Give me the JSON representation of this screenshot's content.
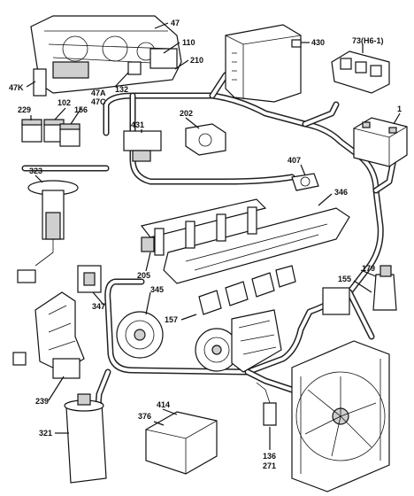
{
  "labels": {
    "47": "47",
    "110": "110",
    "210": "210",
    "430": "430",
    "73": "73(H6-1)",
    "47K": "47K",
    "132": "132",
    "47A": "47A",
    "47C": "47C",
    "229": "229",
    "102": "102",
    "156": "156",
    "1": "1",
    "202": "202",
    "431": "431",
    "407": "407",
    "323": "323",
    "346": "346",
    "205": "205",
    "179": "179",
    "155": "155",
    "347": "347",
    "345": "345",
    "157": "157",
    "239": "239",
    "321": "321",
    "376": "376",
    "414": "414",
    "136": "136",
    "271": "271"
  }
}
